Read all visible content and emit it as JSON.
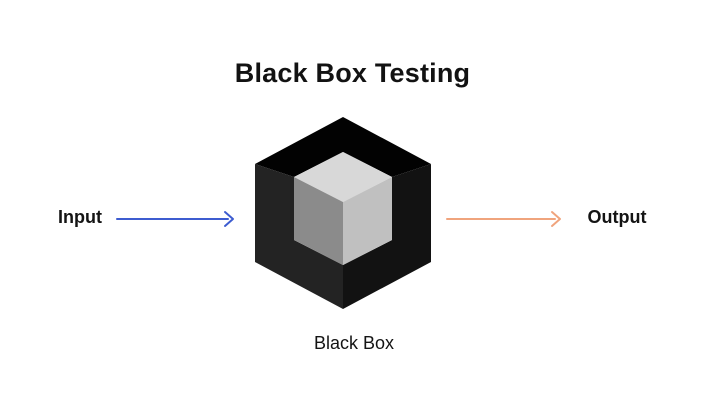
{
  "title": "Black Box Testing",
  "diagram": {
    "input_label": "Input",
    "output_label": "Output",
    "box_label": "Black Box",
    "colors": {
      "input_arrow": "#3D5CD0",
      "output_arrow": "#F0A47D",
      "box_cavity": "#020202",
      "box_left_face": "#232323",
      "box_right_face": "#121212",
      "cube_top": "#D8D8D8",
      "cube_left": "#8B8B8B",
      "cube_right": "#C0C0C0"
    }
  }
}
